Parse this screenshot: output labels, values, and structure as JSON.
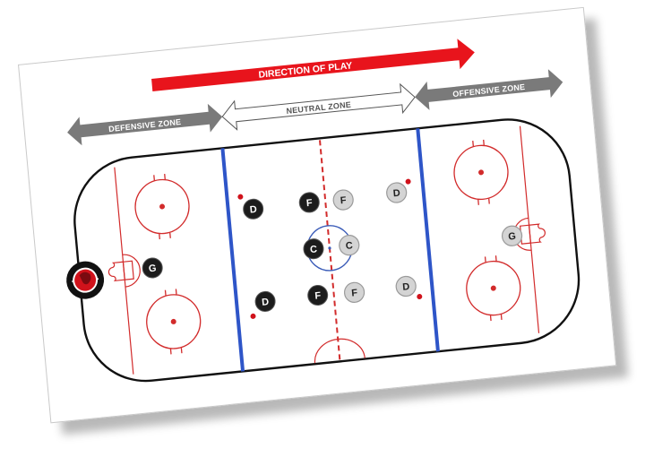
{
  "diagram": {
    "direction_arrow": {
      "label": "DIRECTION OF PLAY",
      "color": "#e8141c"
    },
    "zones": [
      {
        "id": "defensive",
        "label": "DEFENSIVE ZONE",
        "fill": "#7a7a7a",
        "text_color": "#ffffff"
      },
      {
        "id": "neutral",
        "label": "NEUTRAL ZONE",
        "fill": "#ffffff",
        "text_color": "#555555"
      },
      {
        "id": "offensive",
        "label": "OFFENSIVE ZONE",
        "fill": "#7a7a7a",
        "text_color": "#ffffff"
      }
    ],
    "rink": {
      "board_color": "#111111",
      "red_line_color": "#d22b2b",
      "blue_line_color": "#2e55c8",
      "center_circle_color": "#3a5bb8"
    },
    "team_dark": {
      "color": "#1c1c1c",
      "text_color": "#ffffff",
      "players": [
        {
          "label": "G",
          "role": "goalie"
        },
        {
          "label": "D",
          "role": "left-defense"
        },
        {
          "label": "F",
          "role": "left-wing"
        },
        {
          "label": "C",
          "role": "center"
        },
        {
          "label": "F",
          "role": "right-wing"
        },
        {
          "label": "D",
          "role": "right-defense"
        }
      ]
    },
    "team_light": {
      "color": "#d4d4d4",
      "text_color": "#222222",
      "players": [
        {
          "label": "G",
          "role": "goalie"
        },
        {
          "label": "D",
          "role": "left-defense"
        },
        {
          "label": "F",
          "role": "left-wing"
        },
        {
          "label": "C",
          "role": "center"
        },
        {
          "label": "F",
          "role": "right-wing"
        },
        {
          "label": "D",
          "role": "right-defense"
        }
      ]
    },
    "logo": {
      "name": "team-logo-badge",
      "ring_color": "#111111",
      "center_color": "#d0121b"
    }
  }
}
